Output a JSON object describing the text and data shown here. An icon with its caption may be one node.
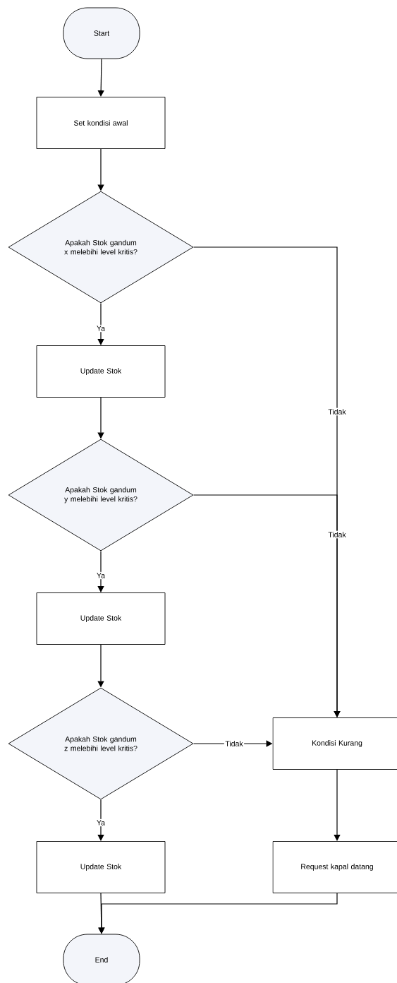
{
  "diagram": {
    "nodes": [
      {
        "text": [
          "Start"
        ]
      },
      {
        "text": [
          "Set kondisi awal"
        ]
      },
      {
        "text": [
          "Apakah Stok gandum x melebihi level kritis?"
        ]
      },
      {
        "text": [
          "Update Stok"
        ]
      },
      {
        "text": [
          "Apakah Stok gandum y melebihi level kritis?"
        ]
      },
      {
        "text": [
          "Update Stok"
        ]
      },
      {
        "text": [
          "Apakah Stok gandum z melebihi level kritis?"
        ]
      },
      {
        "text": [
          "Kondisi Kurang"
        ]
      },
      {
        "text": [
          "Request kapal datang"
        ]
      },
      {
        "text": [
          "Update Stok"
        ]
      },
      {
        "text": [
          "End"
        ]
      }
    ],
    "edges": [
      {
        "from": 0,
        "to": 1,
        "arrow": "to"
      },
      {
        "from": 1,
        "to": 2,
        "arrow": "to"
      },
      {
        "from": 2,
        "to": 3,
        "arrow": "to",
        "label": "Ya"
      },
      {
        "from": 2,
        "to": 7,
        "arrow": "to",
        "label": "Tidak"
      },
      {
        "from": 3,
        "to": 4,
        "arrow": "to"
      },
      {
        "from": 4,
        "to": 5,
        "arrow": "to",
        "label": "Ya"
      },
      {
        "from": 4,
        "to": 7,
        "arrow": "to",
        "label": "Tidak"
      },
      {
        "from": 5,
        "to": 6,
        "arrow": "to"
      },
      {
        "from": 6,
        "to": 9,
        "arrow": "to",
        "label": "Ya"
      },
      {
        "from": 6,
        "to": 7,
        "arrow": "to",
        "label": "Tidak"
      },
      {
        "from": 7,
        "to": 8,
        "arrow": "to"
      },
      {
        "from": 9,
        "to": 10,
        "arrow": "to"
      },
      {
        "from": 8,
        "to": 10,
        "arrow": "to"
      }
    ]
  }
}
